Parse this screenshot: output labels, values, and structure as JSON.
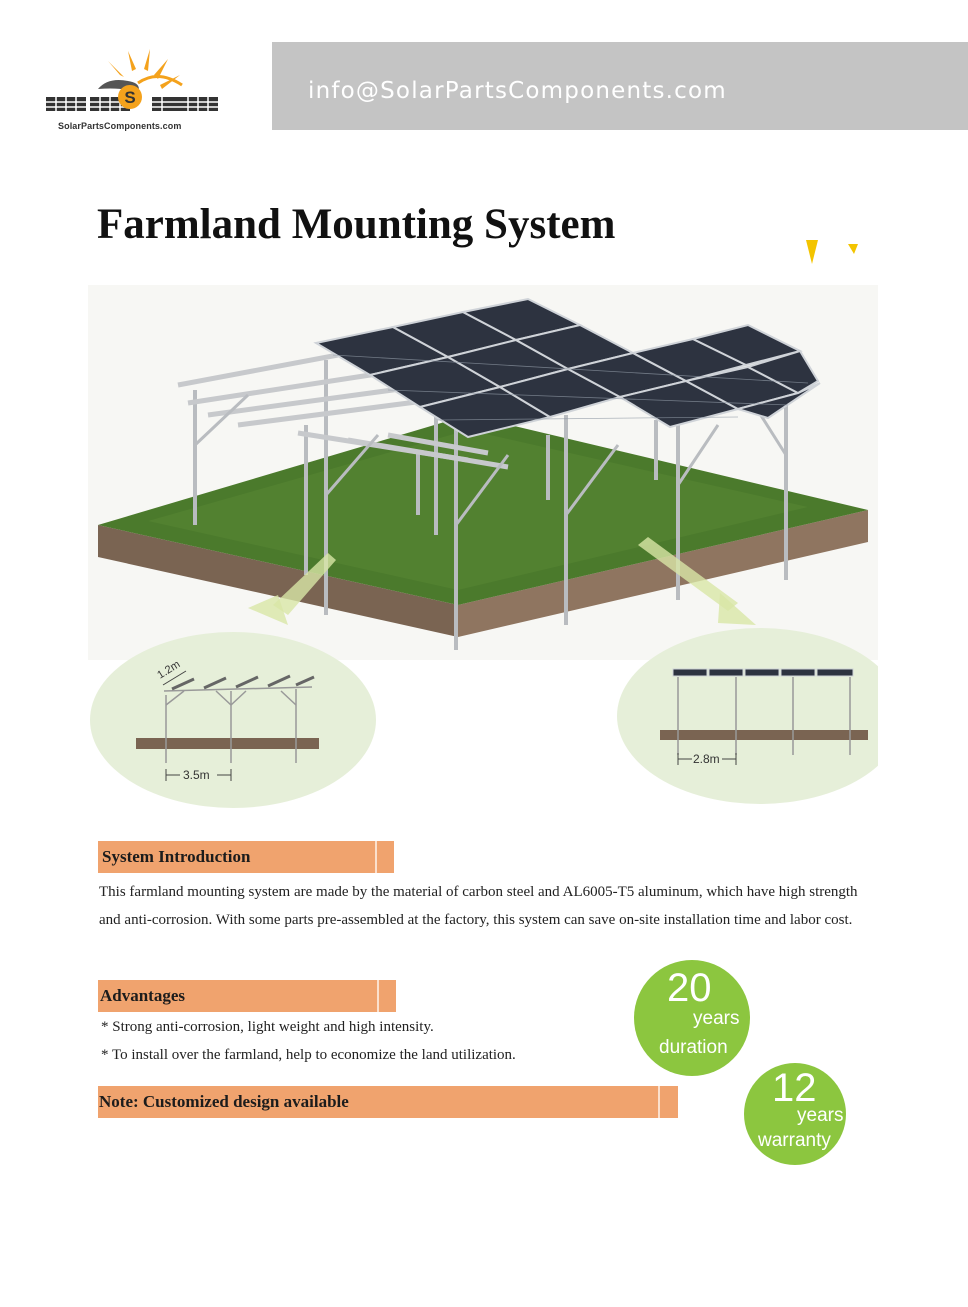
{
  "header": {
    "logo_text": "SolarPartsComponents.com",
    "logo_mark_letter": "S",
    "email": "info@SolarPartsComponents.com"
  },
  "title": "Farmland Mounting System",
  "diagram": {
    "left_tilt_label": "1.2m",
    "left_span_label": "3.5m",
    "right_span_label": "2.8m"
  },
  "introduction": {
    "heading": "System Introduction",
    "body": "This farmland mounting system are made by the material of carbon steel and AL6005-T5 aluminum, which have high strength and anti-corrosion. With some parts pre-assembled at the factory, this system can save on-site installation time and labor cost."
  },
  "advantages": {
    "heading": "Advantages",
    "items": [
      "* Strong anti-corrosion, light weight and high intensity.",
      "* To install over the farmland, help to economize the land utilization."
    ]
  },
  "note": "Note: Customized design available",
  "badges": [
    {
      "number": "20",
      "unit": "years",
      "label": "duration"
    },
    {
      "number": "12",
      "unit": "years",
      "label": "warranty"
    }
  ],
  "colors": {
    "section_bar": "#f0a36e",
    "badge_green": "#8cc63f",
    "header_bar": "#c4c4c4",
    "grass": "#4b7a2c",
    "soil": "#7a6452"
  }
}
